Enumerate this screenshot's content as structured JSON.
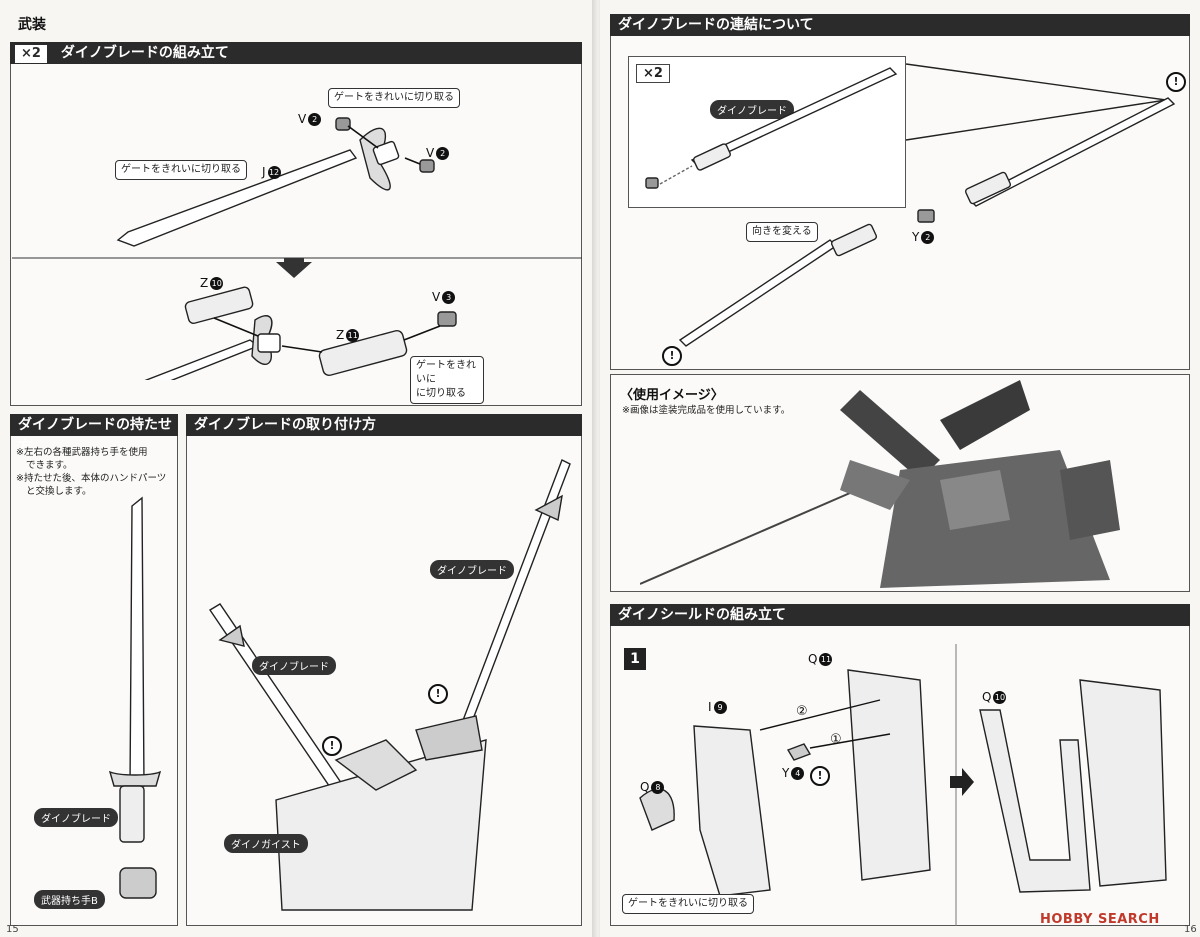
{
  "left_page": {
    "section_title": "武装",
    "assembly_bar": {
      "multiplier": "×2",
      "title": "ダイノブレードの組み立て"
    },
    "callouts": {
      "gate_top": "ゲートをきれいに切り取る",
      "gate_left": "ゲートをきれいに切り取る",
      "gate_bottom_1": "ゲートをきれいに",
      "gate_bottom_2": "に切り取る"
    },
    "parts": {
      "v2a": "V",
      "v2a_num": "2",
      "v2b": "V",
      "v2b_num": "2",
      "j12": "J",
      "j12_num": "12",
      "z10": "Z",
      "z10_num": "10",
      "z11": "Z",
      "z11_num": "11",
      "v3": "V",
      "v3_num": "3"
    },
    "hold_section": {
      "title": "ダイノブレードの持たせ方",
      "notes": [
        "※左右の各種武器持ち手を使用",
        "できます。",
        "※持たせた後、本体のハンドパーツ",
        "と交換します。"
      ],
      "label_blade": "ダイノブレード",
      "label_hand": "武器持ち手B"
    },
    "mount_section": {
      "title": "ダイノブレードの取り付け方",
      "label_blade_right": "ダイノブレード",
      "label_blade_left": "ダイノブレード",
      "label_body": "ダイノガイスト"
    },
    "page_number": "15"
  },
  "right_page": {
    "connect_section": {
      "title": "ダイノブレードの連結について",
      "multiplier": "×2",
      "label_blade": "ダイノブレード",
      "callout_direction": "向きを変える",
      "part_y": "Y",
      "part_y_num": "2"
    },
    "usage": {
      "title": "〈使用イメージ〉",
      "note": "※画像は塗装完成品を使用しています。"
    },
    "shield_section": {
      "title": "ダイノシールドの組み立て",
      "step": "1",
      "parts": {
        "q11": "Q",
        "q11_num": "11",
        "i9": "I",
        "i9_num": "9",
        "y4": "Y",
        "y4_num": "4",
        "q8": "Q",
        "q8_num": "8",
        "q10": "Q",
        "q10_num": "10"
      },
      "order": [
        "①",
        "②"
      ],
      "callout_gate": "ゲートをきれいに切り取る"
    },
    "page_number": "16",
    "watermark": "HOBBY SEARCH"
  },
  "colors": {
    "bar": "#2b2b2b",
    "paper": "#f7f6f3",
    "watermark": "#c0392b"
  }
}
